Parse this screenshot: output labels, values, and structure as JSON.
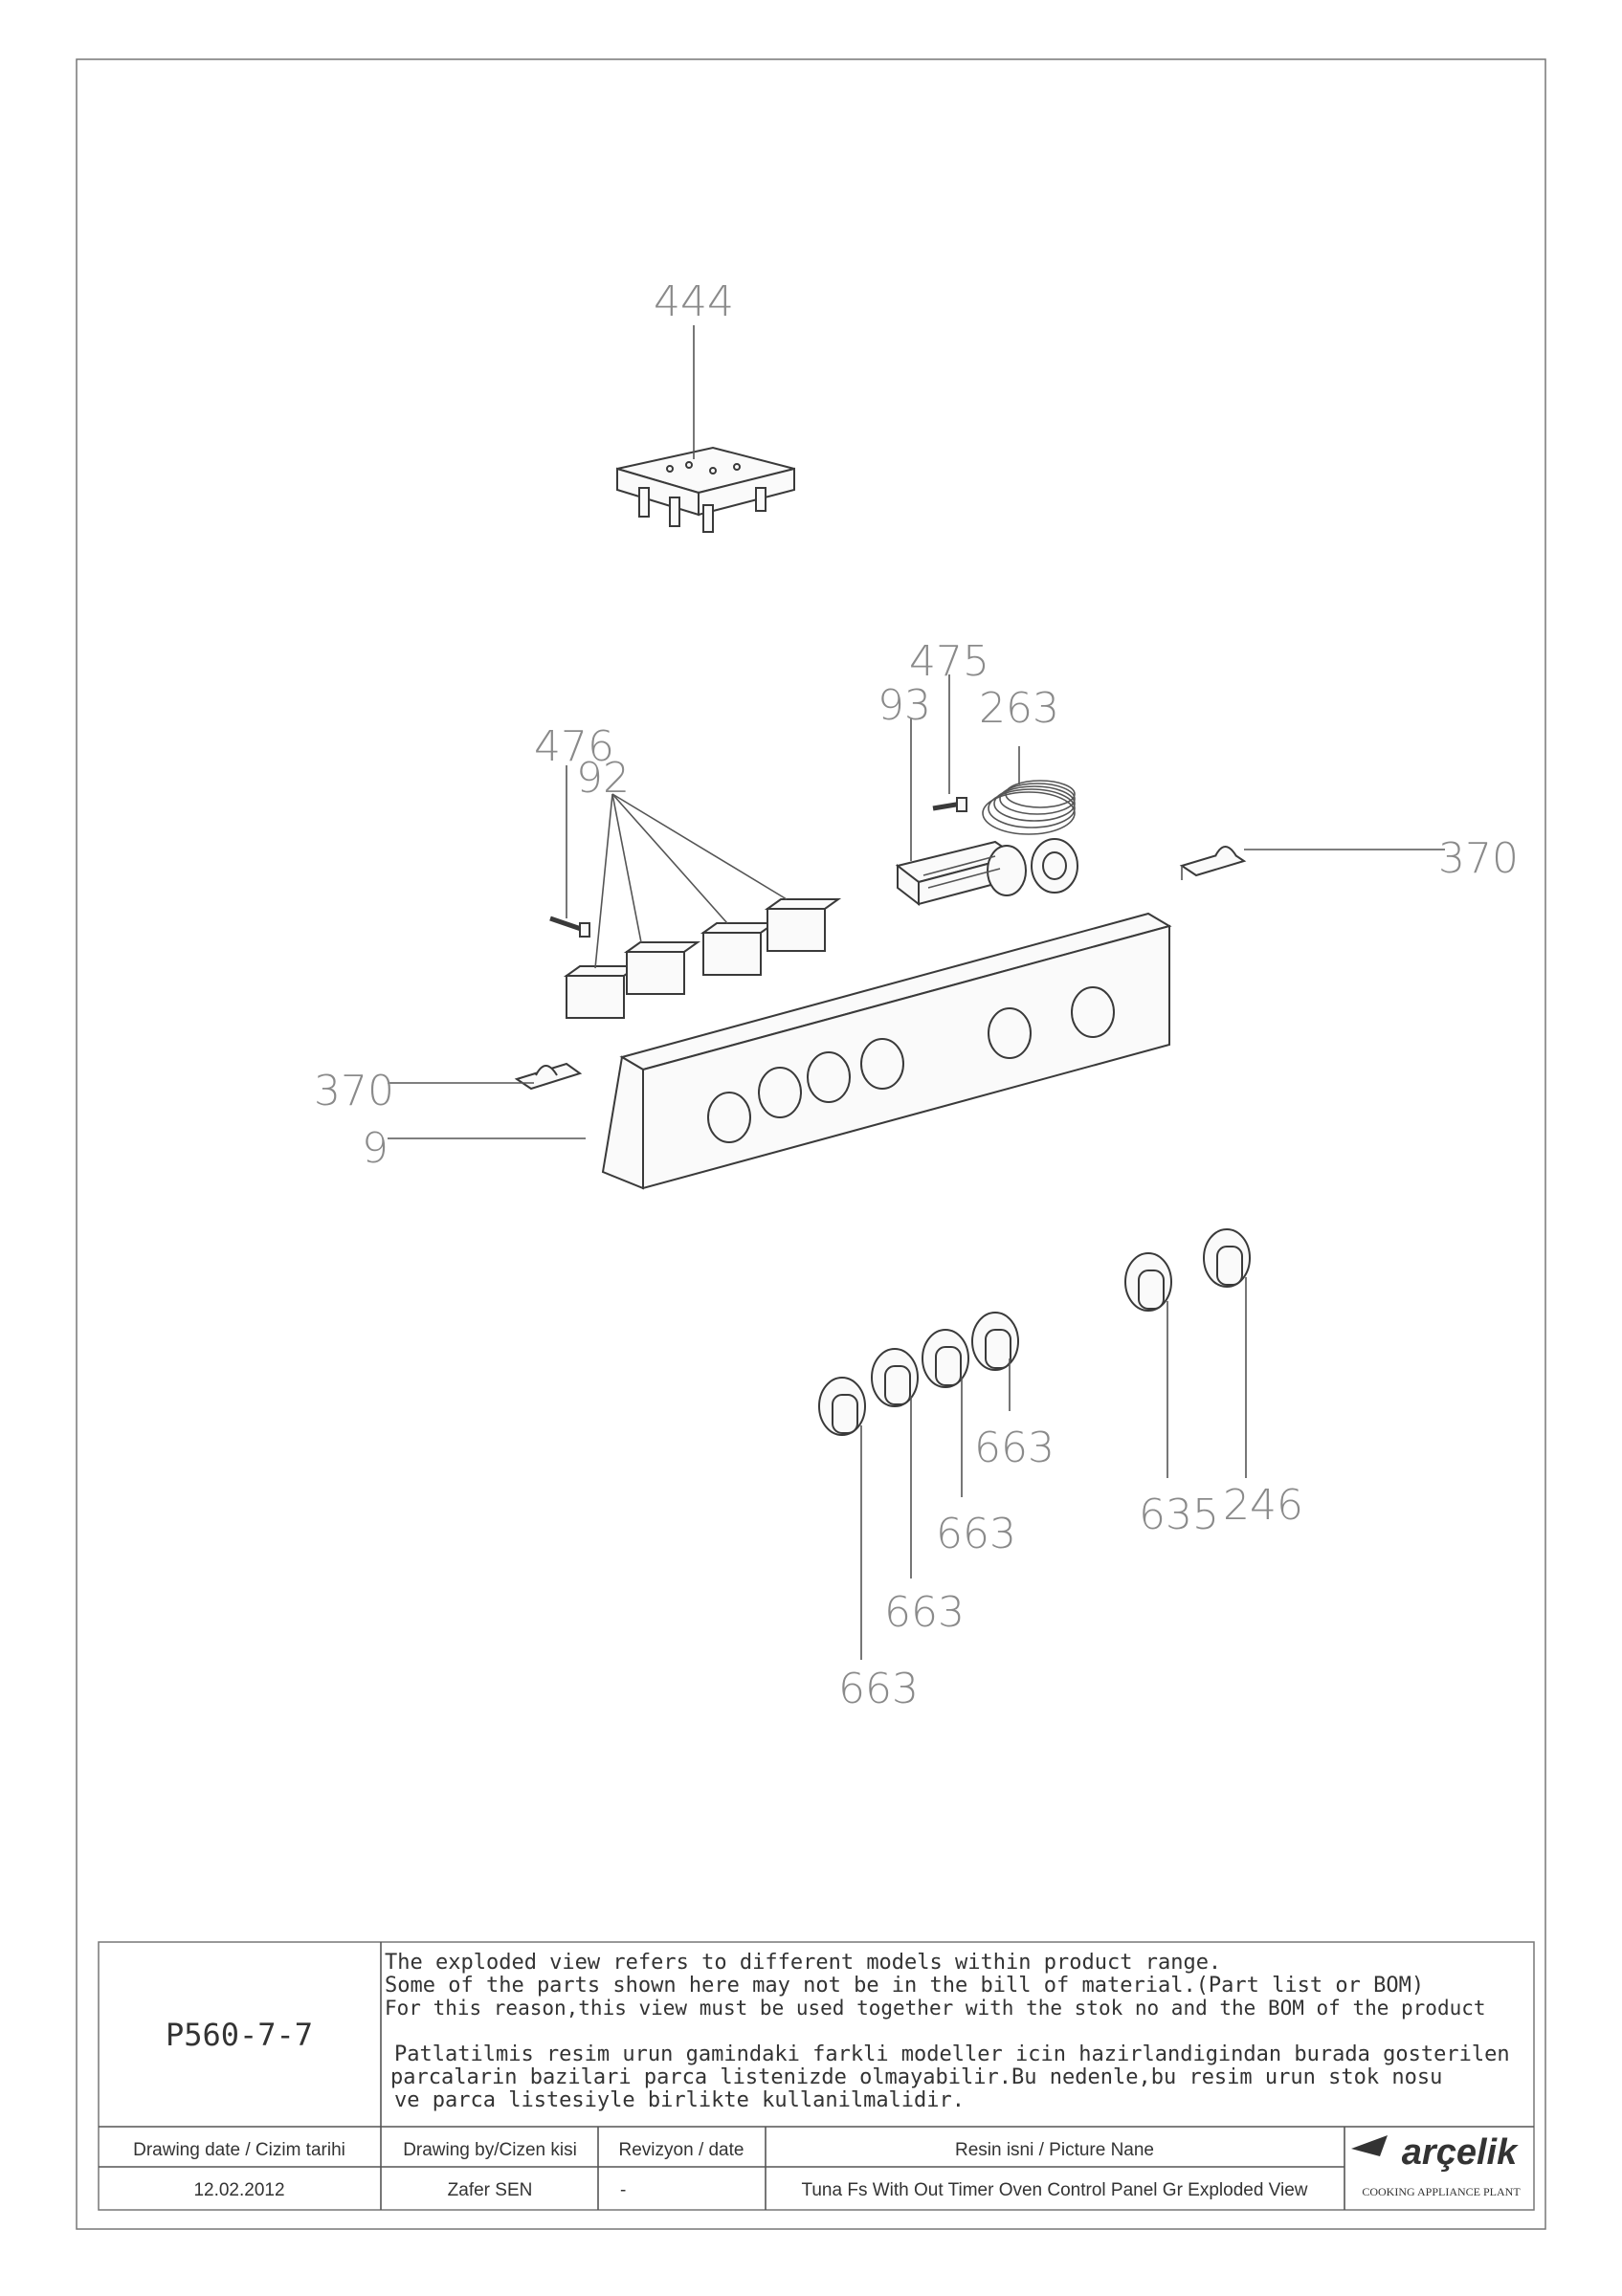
{
  "callouts": {
    "c444": "444",
    "c475": "475",
    "c93": "93",
    "c263": "263",
    "c476": "476",
    "c92": "92",
    "c370_right": "370",
    "c370_left": "370",
    "c9": "9",
    "c663_a": "663",
    "c663_b": "663",
    "c663_c": "663",
    "c663_d": "663",
    "c635": "635",
    "c246": "246"
  },
  "title_block": {
    "drawing_no": "P560-7-7",
    "note_en_1": "The exploded view refers to different models within product range.",
    "note_en_2": "Some of the parts shown here may not be in the bill of material.(Part list or BOM)",
    "note_en_3": "For this reason,this view must be used together with the stok no and the BOM of the product",
    "note_tr_1": "Patlatilmis resim urun gamindaki farkli modeller icin hazirlandigindan burada gosterilen",
    "note_tr_2": "parcalarin bazilari parca listenizde olmayabilir.Bu nedenle,bu resim urun stok nosu",
    "note_tr_3": "ve parca listesiyle birlikte kullanilmalidir.",
    "date_label": "Drawing date / Cizim tarihi",
    "drawn_by_label": "Drawing by/Cizen kisi",
    "revision_label": "Revizyon / date",
    "picture_name_label": "Resin isni / Picture Nane",
    "date_value": "12.02.2012",
    "drawn_by_value": "Zafer SEN",
    "revision_value": "-",
    "picture_name_value": "Tuna Fs With Out Timer Oven Control Panel Gr Exploded View",
    "brand": "arçelik",
    "plant": "COOKING APPLIANCE PLANT"
  }
}
